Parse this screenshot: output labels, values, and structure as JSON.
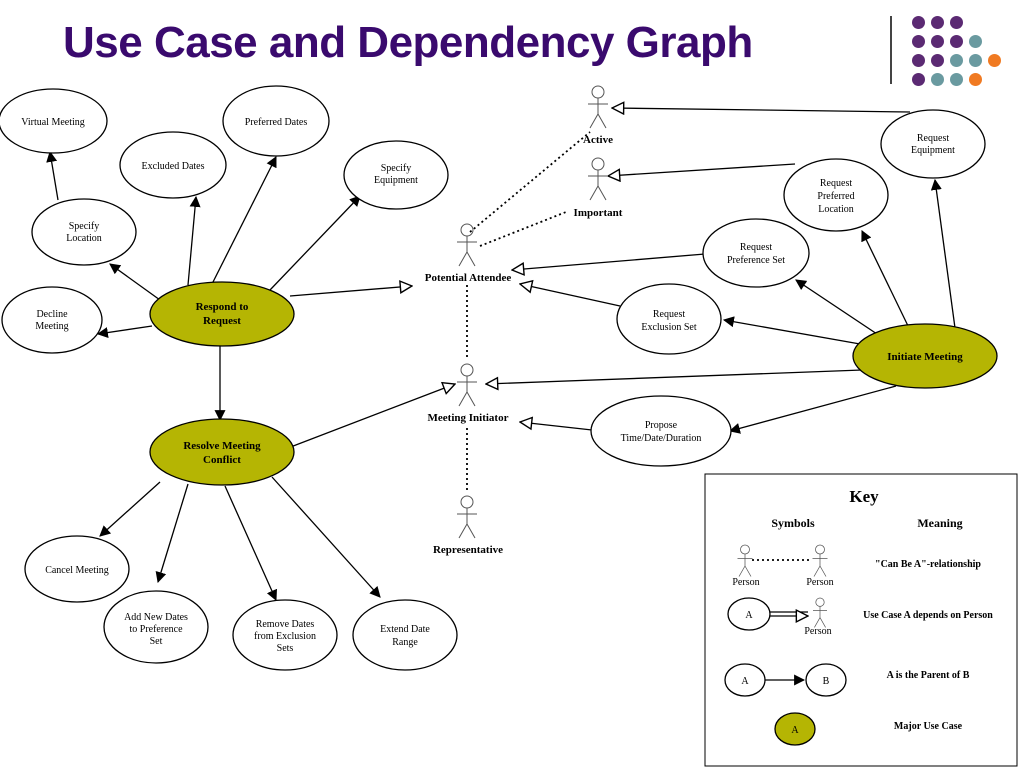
{
  "title": "Use Case and Dependency Graph",
  "colors": {
    "title": "#3a0a6e",
    "major_use_case": "#b5b503",
    "dot_purple": "#5b2a73",
    "dot_teal": "#6a9aa0",
    "dot_orange": "#f07a22"
  },
  "actors": {
    "active": "Active",
    "important": "Important",
    "potential_attendee": "Potential Attendee",
    "meeting_initiator": "Meeting Initiator",
    "representative": "Representative"
  },
  "use_cases": {
    "virtual_meeting": [
      "Virtual Meeting"
    ],
    "preferred_dates": [
      "Preferred Dates"
    ],
    "excluded_dates": [
      "Excluded Dates"
    ],
    "specify_equipment": [
      "Specify",
      "Equipment"
    ],
    "specify_location": [
      "Specify",
      "Location"
    ],
    "decline_meeting": [
      "Decline",
      "Meeting"
    ],
    "request_equipment": [
      "Request",
      "Equipment"
    ],
    "request_preferred_location": [
      "Request",
      "Preferred",
      "Location"
    ],
    "request_preference_set": [
      "Request",
      "Preference Set"
    ],
    "request_exclusion_set": [
      "Request",
      "Exclusion Set"
    ],
    "propose_time": [
      "Propose",
      "Time/Date/Duration"
    ],
    "cancel_meeting": [
      "Cancel Meeting"
    ],
    "add_new_dates": [
      "Add New Dates",
      "to Preference",
      "Set"
    ],
    "remove_dates": [
      "Remove Dates",
      "from Exclusion",
      "Sets"
    ],
    "extend_date_range": [
      "Extend Date",
      "Range"
    ]
  },
  "major_use_cases": {
    "respond_to_request": [
      "Respond to",
      "Request"
    ],
    "resolve_meeting_conflict": [
      "Resolve Meeting",
      "Conflict"
    ],
    "initiate_meeting": [
      "Initiate Meeting"
    ]
  },
  "key": {
    "title": "Key",
    "symbols_header": "Symbols",
    "meaning_header": "Meaning",
    "person_label": "Person",
    "node_a": "A",
    "node_b": "B",
    "rows": [
      "\"Can Be A\"-relationship",
      "Use Case A depends on Person",
      "A is the Parent of B",
      "Major Use Case"
    ]
  }
}
